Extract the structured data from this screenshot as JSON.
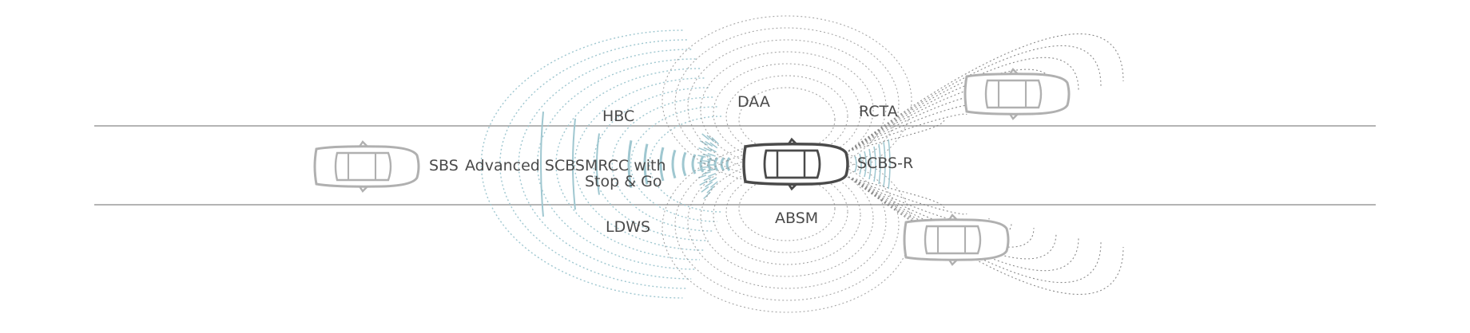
{
  "colors": {
    "background": "#ffffff",
    "road_lines": "#b4b4b4",
    "ego_car": "#4a4a4a",
    "other_cars": "#b0b0b0",
    "sensor_waves": "#9fc7d0",
    "radar_dotted": "#8a8a8a",
    "label_text": "#4a4a4a"
  },
  "labels": {
    "sbs": "SBS",
    "advanced_scbs": "Advanced SCBS",
    "mrcc_line1": "MRCC with",
    "mrcc_line2": "Stop & Go",
    "hbc": "HBC",
    "ldws": "LDWS",
    "daa": "DAA",
    "rcta": "RCTA",
    "scbs_r": "SCBS-R",
    "absm": "ABSM"
  },
  "icons": {
    "ego_car": "car-top-view-icon",
    "rear_car": "car-top-view-icon",
    "upper_right_car": "car-top-view-icon",
    "lower_right_car": "car-top-view-icon"
  }
}
